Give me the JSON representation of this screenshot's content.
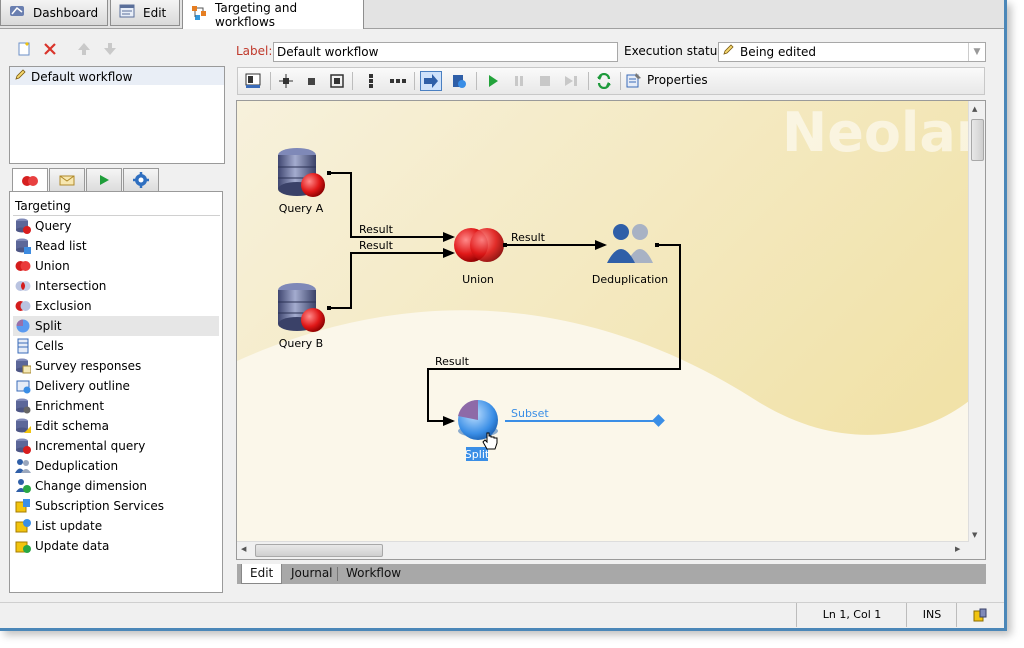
{
  "tabs": [
    {
      "label": "Dashboard",
      "icon": "dashboard-icon"
    },
    {
      "label": "Edit",
      "icon": "edit-icon"
    },
    {
      "label": "Targeting and workflows",
      "icon": "workflow-icon"
    }
  ],
  "workflow_list": {
    "items": [
      "Default workflow"
    ]
  },
  "activities": {
    "header": "Targeting",
    "items": [
      "Query",
      "Read list",
      "Union",
      "Intersection",
      "Exclusion",
      "Split",
      "Cells",
      "Survey responses",
      "Delivery outline",
      "Enrichment",
      "Edit schema",
      "Incremental query",
      "Deduplication",
      "Change dimension",
      "Subscription Services",
      "List update",
      "Update data"
    ],
    "selected": "Split"
  },
  "form": {
    "label_caption": "Label:",
    "label_value": "Default workflow",
    "status_caption": "Execution status:",
    "status_value": "Being edited"
  },
  "toolbar": {
    "properties_label": "Properties"
  },
  "canvas": {
    "watermark": "Neolan",
    "nodes": {
      "query_a": "Query A",
      "query_b": "Query B",
      "union": "Union",
      "dedup": "Deduplication",
      "split": "Split"
    },
    "edges": {
      "result": "Result",
      "subset": "Subset"
    }
  },
  "bottom_tabs": [
    "Edit",
    "Journal",
    "Workflow"
  ],
  "status": {
    "position": "Ln 1, Col 1",
    "mode": "INS"
  },
  "colors": {
    "accent": "#4b87b8",
    "label_red": "#c0392b",
    "selection": "#3a8ee6"
  }
}
